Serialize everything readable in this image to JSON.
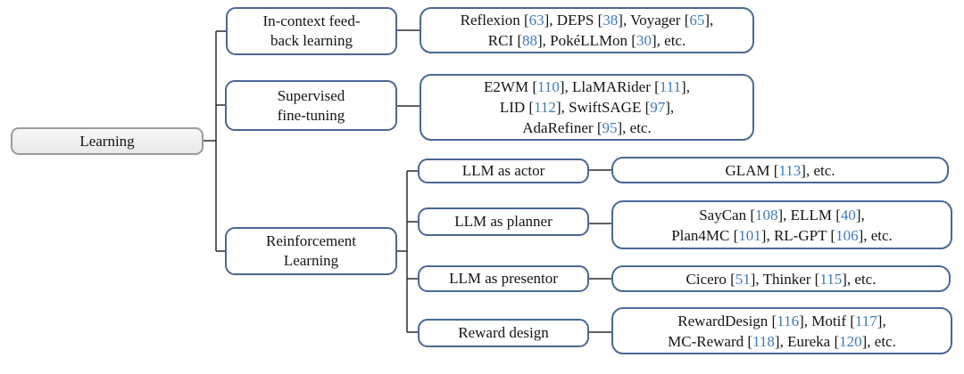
{
  "colors": {
    "box_border_blue": "#4a6896",
    "citation_blue": "#3e7cb8",
    "root_fill": "#efefef",
    "root_border": "#9c9c9c",
    "connector": "#2b2b2b"
  },
  "tree": {
    "root": {
      "label": "Learning"
    },
    "branches": [
      {
        "lines": [
          "In-context feed-",
          "back learning"
        ]
      },
      {
        "lines": [
          "Supervised",
          "fine-tuning"
        ]
      },
      {
        "lines": [
          "Reinforcement",
          "Learning"
        ]
      }
    ],
    "rl_children": [
      {
        "label": "LLM as actor"
      },
      {
        "label": "LLM as planner"
      },
      {
        "label": "LLM as presentor"
      },
      {
        "label": "Reward design"
      }
    ],
    "leaves": [
      {
        "lines": [
          "Reflexion [63], DEPS [38], Voyager [65],",
          "RCI [88], PokéLLMon [30], etc."
        ]
      },
      {
        "lines": [
          "E2WM [110], LlaMARider [111],",
          "LID [112], SwiftSAGE [97],",
          "AdaRefiner [95], etc."
        ]
      },
      {
        "lines": [
          "GLAM [113], etc."
        ]
      },
      {
        "lines": [
          "SayCan [108], ELLM [40],",
          "Plan4MC [101], RL-GPT [106], etc."
        ]
      },
      {
        "lines": [
          "Cicero [51], Thinker [115], etc."
        ]
      },
      {
        "lines": [
          "RewardDesign [116], Motif [117],",
          "MC-Reward [118], Eureka [120], etc."
        ]
      }
    ]
  }
}
